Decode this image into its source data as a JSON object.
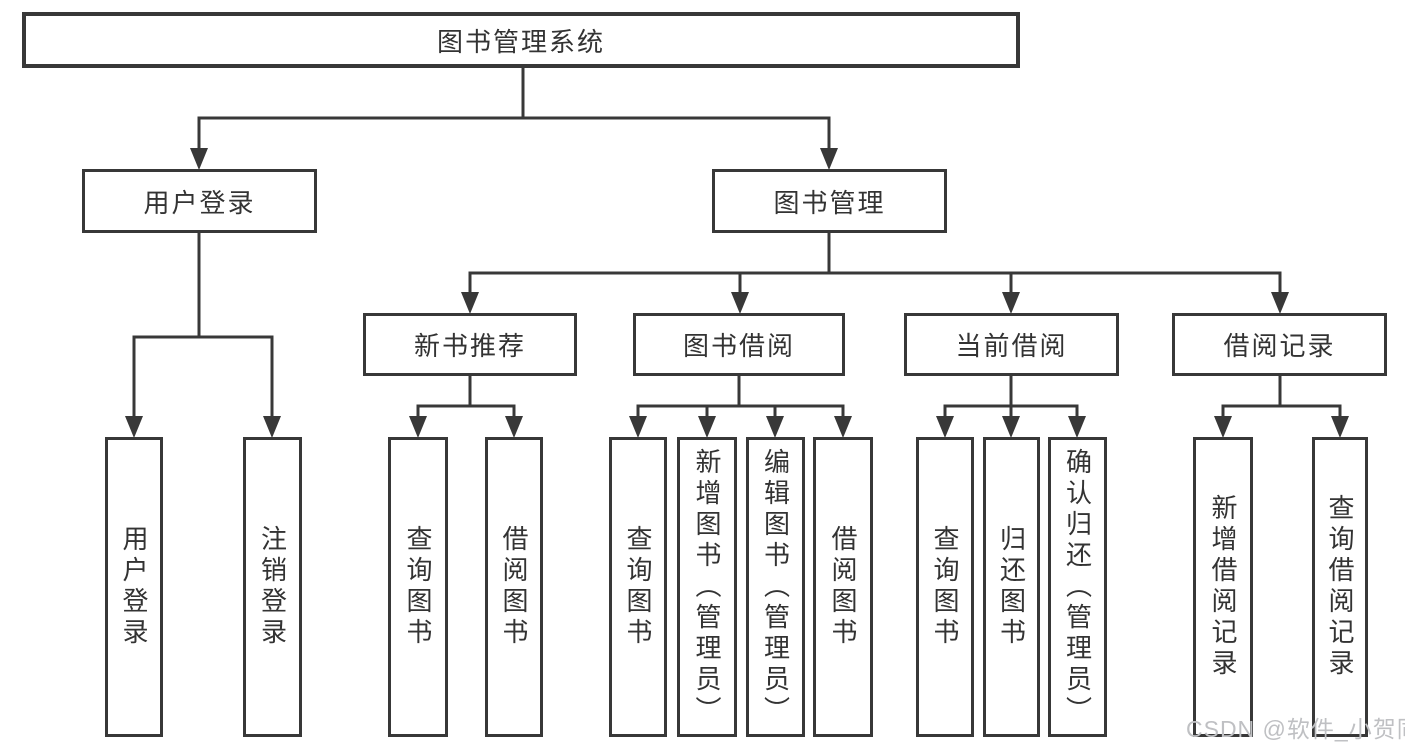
{
  "diagram": {
    "root": {
      "label": "图书管理系统"
    },
    "level2": {
      "user_login": {
        "label": "用户登录"
      },
      "book_management": {
        "label": "图书管理"
      }
    },
    "level3": {
      "new_book_recommend": {
        "label": "新书推荐"
      },
      "book_borrow": {
        "label": "图书借阅"
      },
      "current_borrow": {
        "label": "当前借阅"
      },
      "borrow_records": {
        "label": "借阅记录"
      }
    },
    "leaves": {
      "user_login": [
        "用户登录",
        "注销登录"
      ],
      "new_book_recommend": [
        "查询图书",
        "借阅图书"
      ],
      "book_borrow": [
        "查询图书",
        "新增图书（管理员）",
        "编辑图书（管理员）",
        "借阅图书"
      ],
      "current_borrow": [
        "查询图书",
        "归还图书",
        "确认归还（管理员）"
      ],
      "borrow_records": [
        "新增借阅记录",
        "查询借阅记录"
      ]
    }
  },
  "watermark": "CSDN @软件_小贺同学",
  "colors": {
    "line": "#383838",
    "text": "#333333",
    "watermark": "#bfc0c3",
    "background": "#ffffff"
  }
}
